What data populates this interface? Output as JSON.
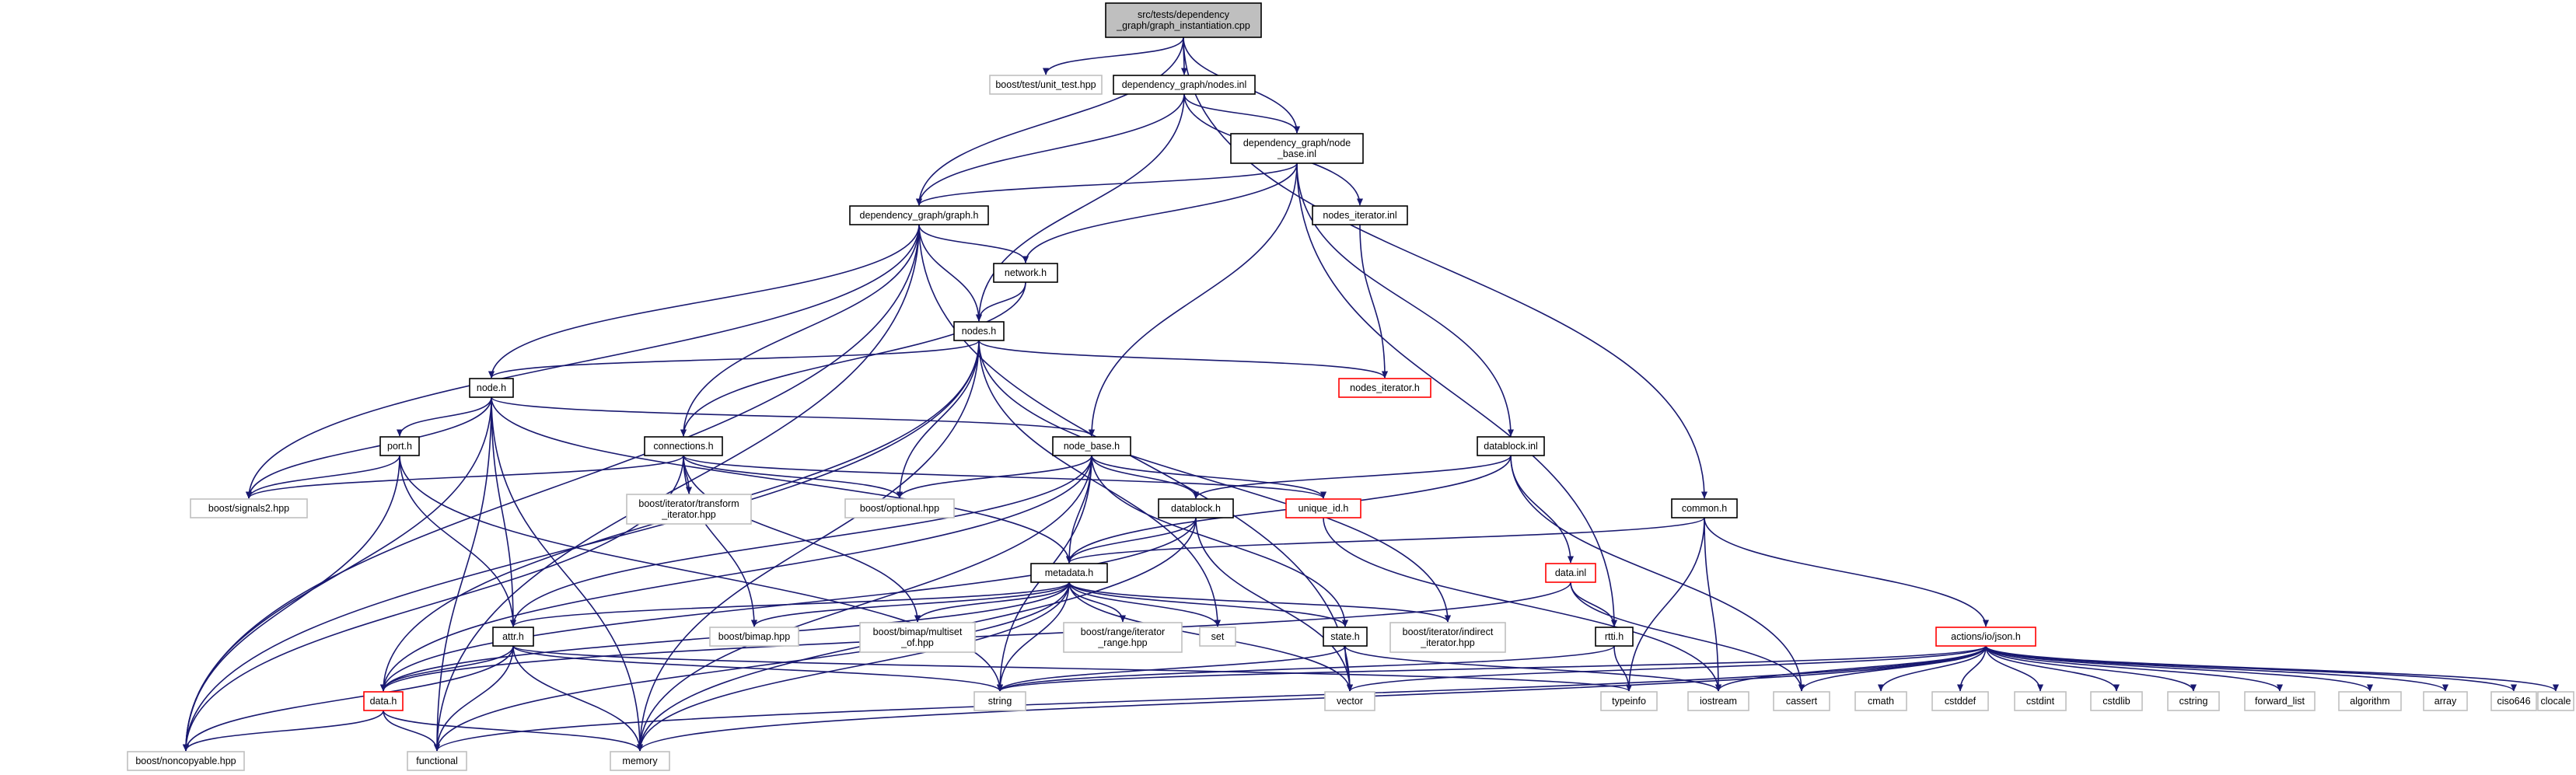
{
  "title": "",
  "colors": {
    "edge": "#191970",
    "node_border": "#000000",
    "node_fill": "#ffffff",
    "root_fill": "#bfbfbf",
    "root_border": "#000000",
    "external_border": "#bfbfbf",
    "truncated_border": "#ff0000",
    "text": "#000000"
  },
  "nodes": [
    {
      "id": "root",
      "lines": [
        "src/tests/dependency",
        "_graph/graph_instantiation.cpp"
      ],
      "kind": "root"
    },
    {
      "id": "unit_test",
      "lines": [
        "boost/test/unit_test.hpp"
      ],
      "kind": "external"
    },
    {
      "id": "nodes_inl",
      "lines": [
        "dependency_graph/nodes.inl"
      ],
      "kind": "normal"
    },
    {
      "id": "node_base_inl",
      "lines": [
        "dependency_graph/node",
        "_base.inl"
      ],
      "kind": "normal"
    },
    {
      "id": "graph_h",
      "lines": [
        "dependency_graph/graph.h"
      ],
      "kind": "normal"
    },
    {
      "id": "nodes_iterator_inl",
      "lines": [
        "nodes_iterator.inl"
      ],
      "kind": "normal"
    },
    {
      "id": "network_h",
      "lines": [
        "network.h"
      ],
      "kind": "normal"
    },
    {
      "id": "nodes_h",
      "lines": [
        "nodes.h"
      ],
      "kind": "normal"
    },
    {
      "id": "nodes_iterator_h",
      "lines": [
        "nodes_iterator.h"
      ],
      "kind": "truncated"
    },
    {
      "id": "node_h",
      "lines": [
        "node.h"
      ],
      "kind": "normal"
    },
    {
      "id": "port_h",
      "lines": [
        "port.h"
      ],
      "kind": "normal"
    },
    {
      "id": "connections_h",
      "lines": [
        "connections.h"
      ],
      "kind": "normal"
    },
    {
      "id": "node_base_h",
      "lines": [
        "node_base.h"
      ],
      "kind": "normal"
    },
    {
      "id": "datablock_inl",
      "lines": [
        "datablock.inl"
      ],
      "kind": "normal"
    },
    {
      "id": "signals2",
      "lines": [
        "boost/signals2.hpp"
      ],
      "kind": "external"
    },
    {
      "id": "transform_iter",
      "lines": [
        "boost/iterator/transform",
        "_iterator.hpp"
      ],
      "kind": "external"
    },
    {
      "id": "optional",
      "lines": [
        "boost/optional.hpp"
      ],
      "kind": "external"
    },
    {
      "id": "datablock_h",
      "lines": [
        "datablock.h"
      ],
      "kind": "normal"
    },
    {
      "id": "unique_id_h",
      "lines": [
        "unique_id.h"
      ],
      "kind": "truncated"
    },
    {
      "id": "common_h",
      "lines": [
        "common.h"
      ],
      "kind": "normal"
    },
    {
      "id": "metadata_h",
      "lines": [
        "metadata.h"
      ],
      "kind": "normal"
    },
    {
      "id": "data_inl",
      "lines": [
        "data.inl"
      ],
      "kind": "truncated"
    },
    {
      "id": "attr_h",
      "lines": [
        "attr.h"
      ],
      "kind": "normal"
    },
    {
      "id": "bimap",
      "lines": [
        "boost/bimap.hpp"
      ],
      "kind": "external"
    },
    {
      "id": "multiset_of",
      "lines": [
        "boost/bimap/multiset",
        "_of.hpp"
      ],
      "kind": "external"
    },
    {
      "id": "range_iter",
      "lines": [
        "boost/range/iterator",
        "_range.hpp"
      ],
      "kind": "external"
    },
    {
      "id": "set",
      "lines": [
        "set"
      ],
      "kind": "external"
    },
    {
      "id": "state_h",
      "lines": [
        "state.h"
      ],
      "kind": "normal"
    },
    {
      "id": "indirect_iter",
      "lines": [
        "boost/iterator/indirect",
        "_iterator.hpp"
      ],
      "kind": "external"
    },
    {
      "id": "rtti_h",
      "lines": [
        "rtti.h"
      ],
      "kind": "normal"
    },
    {
      "id": "iojson_h",
      "lines": [
        "actions/io/json.h"
      ],
      "kind": "truncated"
    },
    {
      "id": "data_h",
      "lines": [
        "data.h"
      ],
      "kind": "truncated"
    },
    {
      "id": "string",
      "lines": [
        "string"
      ],
      "kind": "external"
    },
    {
      "id": "vector",
      "lines": [
        "vector"
      ],
      "kind": "external"
    },
    {
      "id": "typeinfo",
      "lines": [
        "typeinfo"
      ],
      "kind": "external"
    },
    {
      "id": "iostream",
      "lines": [
        "iostream"
      ],
      "kind": "external"
    },
    {
      "id": "cassert",
      "lines": [
        "cassert"
      ],
      "kind": "external"
    },
    {
      "id": "cmath",
      "lines": [
        "cmath"
      ],
      "kind": "external"
    },
    {
      "id": "cstddef",
      "lines": [
        "cstddef"
      ],
      "kind": "external"
    },
    {
      "id": "cstdint",
      "lines": [
        "cstdint"
      ],
      "kind": "external"
    },
    {
      "id": "cstdlib",
      "lines": [
        "cstdlib"
      ],
      "kind": "external"
    },
    {
      "id": "cstring",
      "lines": [
        "cstring"
      ],
      "kind": "external"
    },
    {
      "id": "forward_list",
      "lines": [
        "forward_list"
      ],
      "kind": "external"
    },
    {
      "id": "algorithm",
      "lines": [
        "algorithm"
      ],
      "kind": "external"
    },
    {
      "id": "array",
      "lines": [
        "array"
      ],
      "kind": "external"
    },
    {
      "id": "ciso646",
      "lines": [
        "ciso646"
      ],
      "kind": "external"
    },
    {
      "id": "clocale",
      "lines": [
        "clocale"
      ],
      "kind": "external"
    },
    {
      "id": "noncopyable",
      "lines": [
        "boost/noncopyable.hpp"
      ],
      "kind": "external"
    },
    {
      "id": "functional",
      "lines": [
        "functional"
      ],
      "kind": "external"
    },
    {
      "id": "memory",
      "lines": [
        "memory"
      ],
      "kind": "external"
    }
  ],
  "edges": [
    [
      "root",
      "unit_test"
    ],
    [
      "root",
      "nodes_inl"
    ],
    [
      "root",
      "node_base_inl"
    ],
    [
      "root",
      "graph_h"
    ],
    [
      "root",
      "common_h"
    ],
    [
      "nodes_inl",
      "node_base_inl"
    ],
    [
      "nodes_inl",
      "graph_h"
    ],
    [
      "nodes_inl",
      "nodes_iterator_inl"
    ],
    [
      "nodes_inl",
      "nodes_h"
    ],
    [
      "node_base_inl",
      "graph_h"
    ],
    [
      "node_base_inl",
      "network_h"
    ],
    [
      "node_base_inl",
      "node_base_h"
    ],
    [
      "node_base_inl",
      "datablock_inl"
    ],
    [
      "node_base_inl",
      "rtti_h"
    ],
    [
      "graph_h",
      "network_h"
    ],
    [
      "graph_h",
      "nodes_h"
    ],
    [
      "graph_h",
      "node_h"
    ],
    [
      "graph_h",
      "connections_h"
    ],
    [
      "graph_h",
      "signals2"
    ],
    [
      "graph_h",
      "noncopyable"
    ],
    [
      "graph_h",
      "functional"
    ],
    [
      "graph_h",
      "vector"
    ],
    [
      "nodes_iterator_inl",
      "nodes_iterator_h"
    ],
    [
      "network_h",
      "nodes_h"
    ],
    [
      "network_h",
      "connections_h"
    ],
    [
      "nodes_h",
      "node_h"
    ],
    [
      "nodes_h",
      "nodes_iterator_h"
    ],
    [
      "nodes_h",
      "optional"
    ],
    [
      "nodes_h",
      "noncopyable"
    ],
    [
      "nodes_h",
      "data_h"
    ],
    [
      "nodes_h",
      "indirect_iter"
    ],
    [
      "nodes_h",
      "set"
    ],
    [
      "nodes_h",
      "memory"
    ],
    [
      "node_h",
      "port_h"
    ],
    [
      "node_h",
      "node_base_h"
    ],
    [
      "node_h",
      "attr_h"
    ],
    [
      "node_h",
      "metadata_h"
    ],
    [
      "node_h",
      "signals2"
    ],
    [
      "node_h",
      "noncopyable"
    ],
    [
      "node_h",
      "functional"
    ],
    [
      "node_h",
      "memory"
    ],
    [
      "port_h",
      "attr_h"
    ],
    [
      "port_h",
      "signals2"
    ],
    [
      "port_h",
      "noncopyable"
    ],
    [
      "port_h",
      "string"
    ],
    [
      "connections_h",
      "signals2"
    ],
    [
      "connections_h",
      "transform_iter"
    ],
    [
      "connections_h",
      "optional"
    ],
    [
      "connections_h",
      "bimap"
    ],
    [
      "connections_h",
      "multiset_of"
    ],
    [
      "connections_h",
      "unique_id_h"
    ],
    [
      "connections_h",
      "noncopyable"
    ],
    [
      "node_base_h",
      "optional"
    ],
    [
      "node_base_h",
      "datablock_h"
    ],
    [
      "node_base_h",
      "unique_id_h"
    ],
    [
      "node_base_h",
      "metadata_h"
    ],
    [
      "node_base_h",
      "state_h"
    ],
    [
      "node_base_h",
      "data_h"
    ],
    [
      "node_base_h",
      "string"
    ],
    [
      "node_base_h",
      "memory"
    ],
    [
      "node_base_h",
      "attr_h"
    ],
    [
      "datablock_inl",
      "datablock_h"
    ],
    [
      "datablock_inl",
      "metadata_h"
    ],
    [
      "datablock_inl",
      "data_inl"
    ],
    [
      "datablock_inl",
      "cassert"
    ],
    [
      "datablock_h",
      "metadata_h"
    ],
    [
      "datablock_h",
      "data_h"
    ],
    [
      "datablock_h",
      "vector"
    ],
    [
      "datablock_h",
      "memory"
    ],
    [
      "unique_id_h",
      "iostream"
    ],
    [
      "common_h",
      "metadata_h"
    ],
    [
      "common_h",
      "iojson_h"
    ],
    [
      "common_h",
      "typeinfo"
    ],
    [
      "common_h",
      "iostream"
    ],
    [
      "metadata_h",
      "attr_h"
    ],
    [
      "metadata_h",
      "data_h"
    ],
    [
      "metadata_h",
      "bimap"
    ],
    [
      "metadata_h",
      "multiset_of"
    ],
    [
      "metadata_h",
      "range_iter"
    ],
    [
      "metadata_h",
      "set"
    ],
    [
      "metadata_h",
      "state_h"
    ],
    [
      "metadata_h",
      "indirect_iter"
    ],
    [
      "metadata_h",
      "string"
    ],
    [
      "metadata_h",
      "vector"
    ],
    [
      "metadata_h",
      "functional"
    ],
    [
      "metadata_h",
      "memory"
    ],
    [
      "data_inl",
      "rtti_h"
    ],
    [
      "data_inl",
      "data_h"
    ],
    [
      "data_inl",
      "cassert"
    ],
    [
      "attr_h",
      "data_h"
    ],
    [
      "attr_h",
      "string"
    ],
    [
      "attr_h",
      "typeinfo"
    ],
    [
      "attr_h",
      "noncopyable"
    ],
    [
      "attr_h",
      "functional"
    ],
    [
      "attr_h",
      "memory"
    ],
    [
      "state_h",
      "string"
    ],
    [
      "state_h",
      "vector"
    ],
    [
      "state_h",
      "iostream"
    ],
    [
      "rtti_h",
      "string"
    ],
    [
      "rtti_h",
      "typeinfo"
    ],
    [
      "iojson_h",
      "string"
    ],
    [
      "iojson_h",
      "vector"
    ],
    [
      "iojson_h",
      "iostream"
    ],
    [
      "iojson_h",
      "cassert"
    ],
    [
      "iojson_h",
      "cmath"
    ],
    [
      "iojson_h",
      "cstddef"
    ],
    [
      "iojson_h",
      "cstdint"
    ],
    [
      "iojson_h",
      "cstdlib"
    ],
    [
      "iojson_h",
      "cstring"
    ],
    [
      "iojson_h",
      "forward_list"
    ],
    [
      "iojson_h",
      "algorithm"
    ],
    [
      "iojson_h",
      "array"
    ],
    [
      "iojson_h",
      "ciso646"
    ],
    [
      "iojson_h",
      "clocale"
    ],
    [
      "iojson_h",
      "functional"
    ],
    [
      "iojson_h",
      "memory"
    ],
    [
      "data_h",
      "noncopyable"
    ],
    [
      "data_h",
      "functional"
    ],
    [
      "data_h",
      "memory"
    ]
  ]
}
